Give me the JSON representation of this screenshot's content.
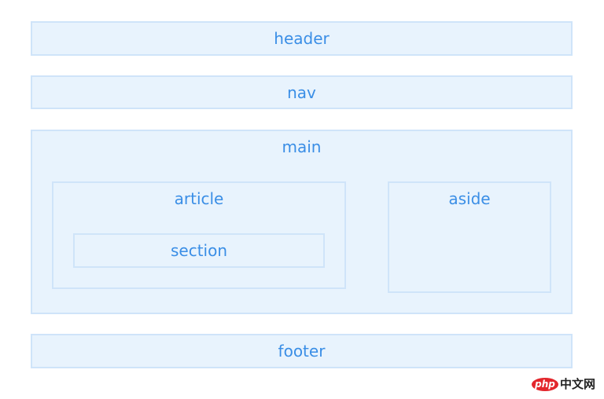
{
  "diagram": {
    "header": "header",
    "nav": "nav",
    "main": "main",
    "article": "article",
    "section": "section",
    "aside": "aside",
    "footer": "footer"
  },
  "watermark": {
    "logo": "php",
    "text": "中文网"
  },
  "colors": {
    "box_fill": "#e8f3fd",
    "box_border": "#cfe4f9",
    "label_text": "#3a8ee6",
    "watermark_red": "#e3262c"
  }
}
